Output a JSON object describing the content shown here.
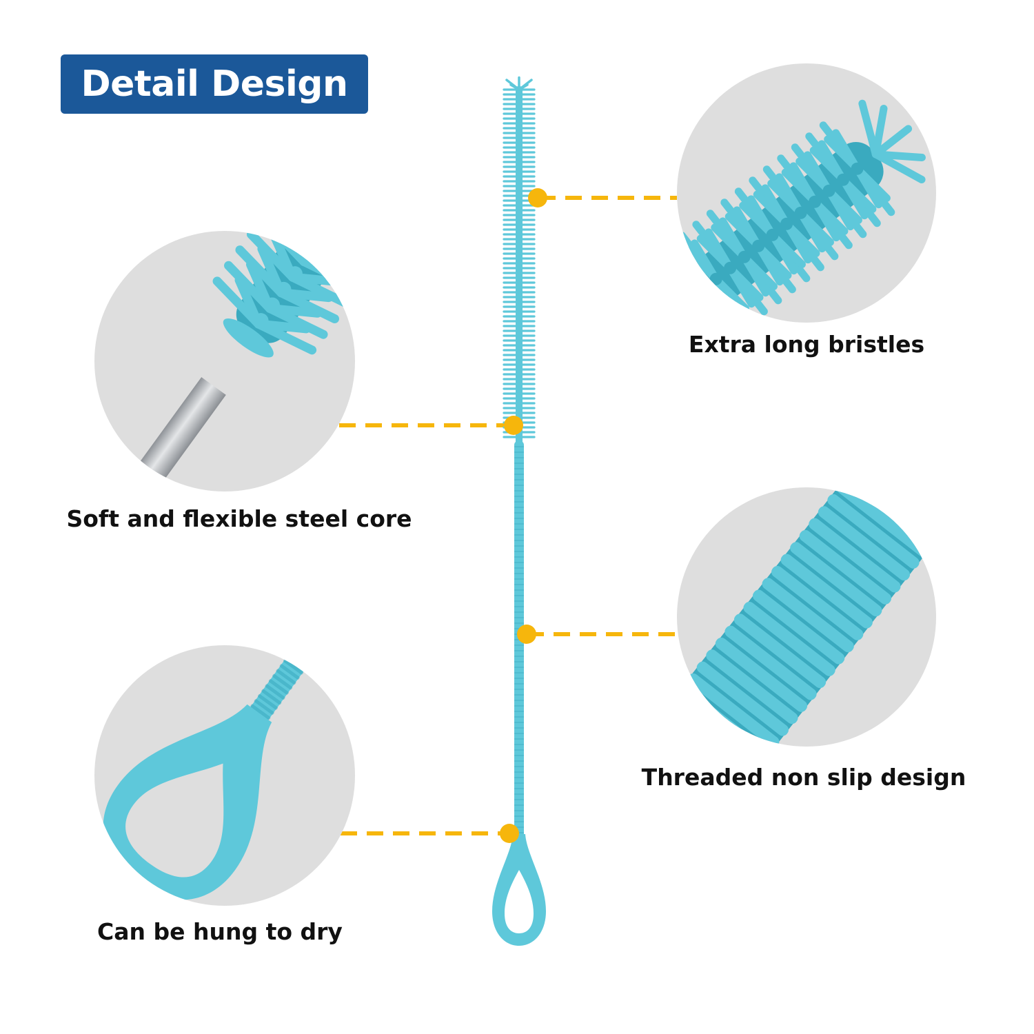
{
  "header": {
    "title": "Detail Design"
  },
  "colors": {
    "badge": "#1b5899",
    "brush": "#5ec8da",
    "brush_dark": "#3aaabf",
    "connector": "#f6b60c",
    "circle_bg": "#dedede",
    "steel": "#b5b9bd"
  },
  "callouts": [
    {
      "label": "Extra long bristles",
      "icon": "bristle-tip-icon"
    },
    {
      "label": "Soft and flexible steel core",
      "icon": "steel-core-icon"
    },
    {
      "label": "Threaded non slip design",
      "icon": "threaded-handle-icon"
    },
    {
      "label": "Can be hung to dry",
      "icon": "hanging-loop-icon"
    }
  ]
}
